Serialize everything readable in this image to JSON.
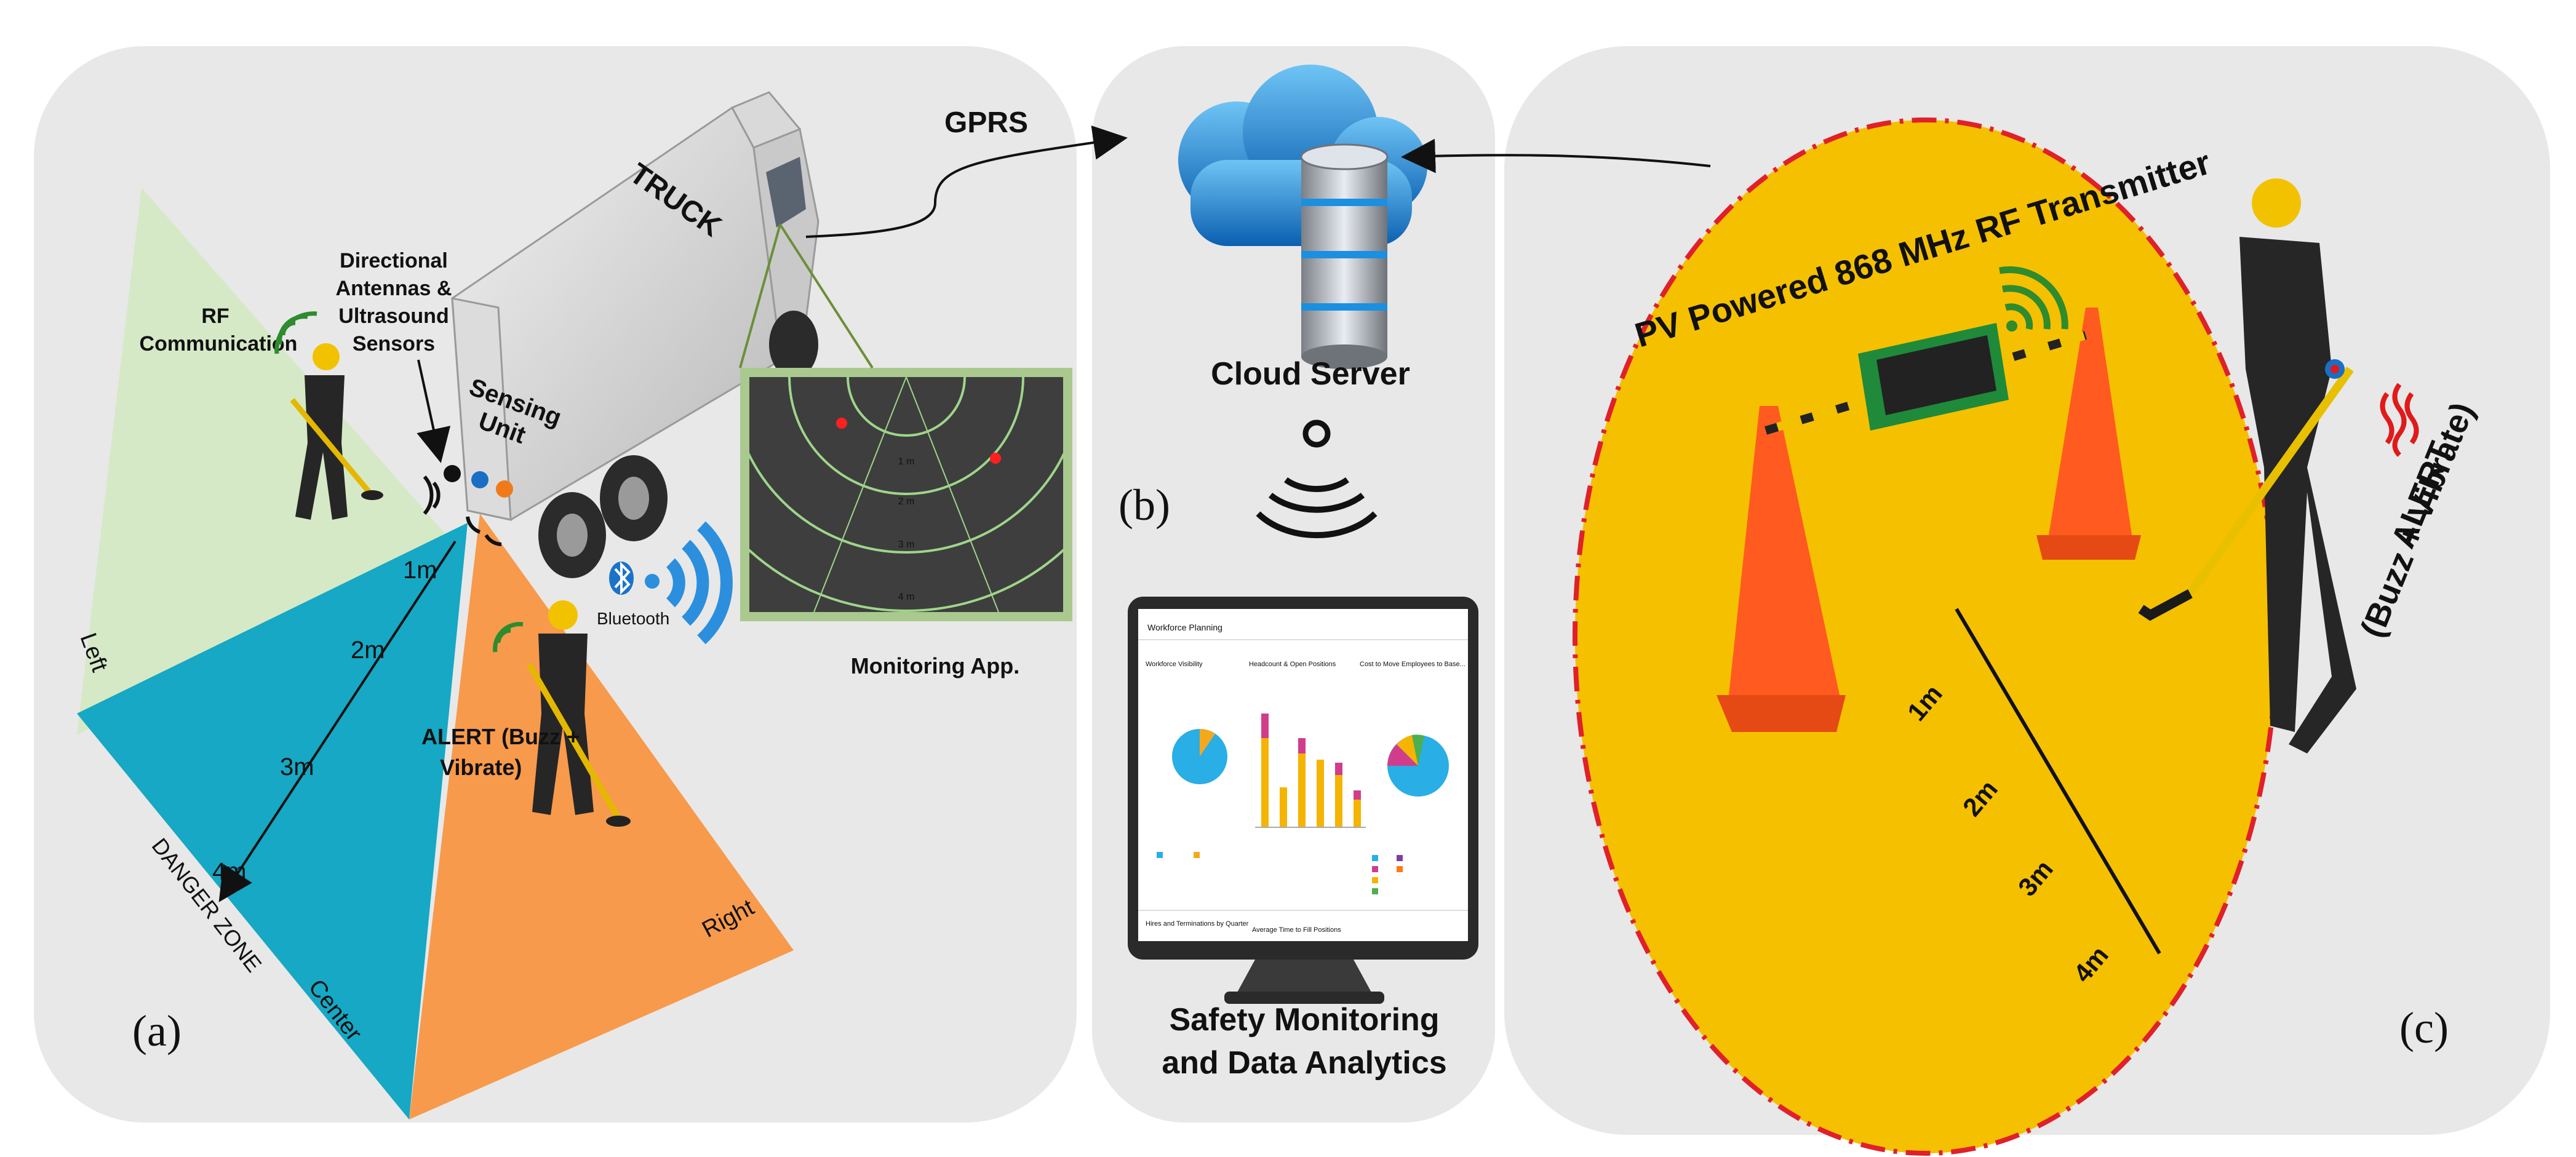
{
  "panels": {
    "a": {
      "label": "(a)",
      "truck_label": "TRUCK",
      "gprs_label": "GPRS",
      "antenna_label": "Directional Antennas & Ultrasound Sensors",
      "antenna_lines": [
        "Directional",
        "Antennas &",
        "Ultrasound",
        "Sensors"
      ],
      "rf_comm_lines": [
        "RF",
        "Communication"
      ],
      "sensing_unit_lines": [
        "Sensing",
        "Unit"
      ],
      "bluetooth_label": "Bluetooth",
      "monitoring_app_label": "Monitoring App.",
      "screen_rings": [
        "1 m",
        "2 m",
        "3 m",
        "4 m"
      ],
      "distances": [
        "1m",
        "2m",
        "3m",
        "4m"
      ],
      "alert_lines": [
        "ALERT (Buzz +",
        "Vibrate)"
      ],
      "danger_zone": "DANGER ZONE",
      "zones": {
        "left": "Left",
        "center": "Center",
        "right": "Right"
      },
      "zone_colors": {
        "left": "#d5e9c6",
        "center": "#16a8c4",
        "right": "#f79a4c"
      }
    },
    "b": {
      "label": "(b)",
      "cloud_label": "Cloud Server",
      "monitor_caption_lines": [
        "Safety Monitoring",
        "and Data Analytics"
      ],
      "dashboard": {
        "title": "Workforce Planning",
        "widgets": [
          "Workforce Visibility",
          "Headcount & Open Positions",
          "Cost to Move Employees to Base...",
          "Hires and Terminations by Quarter",
          "Average Time to Fill Positions"
        ]
      }
    },
    "c": {
      "label": "(c)",
      "transmitter_label": "PV Powered 868 MHz RF Transmitter",
      "distances": [
        "1m",
        "2m",
        "3m",
        "4m"
      ],
      "alert_lines": [
        "ALERT",
        "(Buzz + Vibrate)"
      ],
      "zone_color": "#f5c000",
      "border_color": "#e0202a"
    }
  }
}
